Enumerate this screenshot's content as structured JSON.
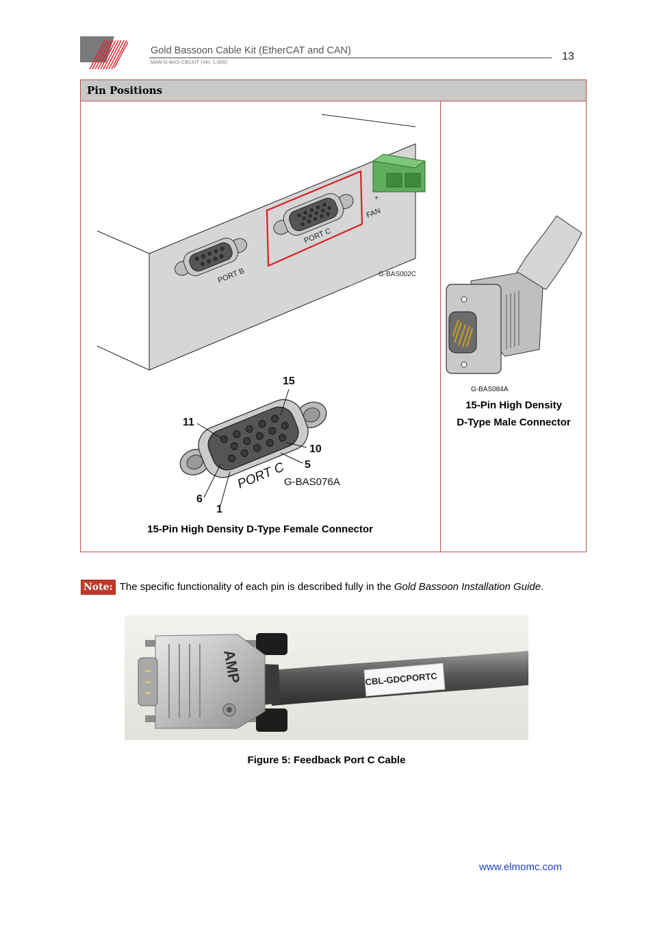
{
  "header": {
    "title": "Gold Bassoon Cable Kit (EtherCAT and CAN)",
    "doc_code": "MAN-G-BAS-CBLKIT (Ver. 1.000)",
    "page_number": "13"
  },
  "table": {
    "heading": "Pin Positions",
    "panel_figure": {
      "code": "G-BAS002C",
      "labels": {
        "port_b": "PORT B",
        "port_c": "PORT C",
        "fan": "FAN",
        "plus": "+"
      }
    },
    "male_figure": {
      "code": "G-BAS084A",
      "caption_line1": "15-Pin High Density",
      "caption_line2": "D-Type Male Connector"
    },
    "female_figure": {
      "code": "G-BAS076A",
      "port_label": "PORT C",
      "pins": {
        "p15": "15",
        "p11": "11",
        "p10": "10",
        "p5": "5",
        "p6": "6",
        "p1": "1"
      },
      "caption": "15-Pin High Density D-Type Female Connector"
    }
  },
  "note": {
    "badge": "Note:",
    "text_before": "The specific functionality of each pin is described fully in the ",
    "italic_ref": "Gold Bassoon Installation Guide",
    "text_after": "."
  },
  "photo": {
    "cable_label": "CBL-GDCPORTC",
    "brand": "AMP"
  },
  "figure_caption": "Figure 5: Feedback Port C Cable",
  "footer": {
    "link": "www.elmomc.com"
  },
  "colors": {
    "accent": "#c0504d",
    "header_gray": "#c8c8c8",
    "link": "#1f3fbf"
  }
}
